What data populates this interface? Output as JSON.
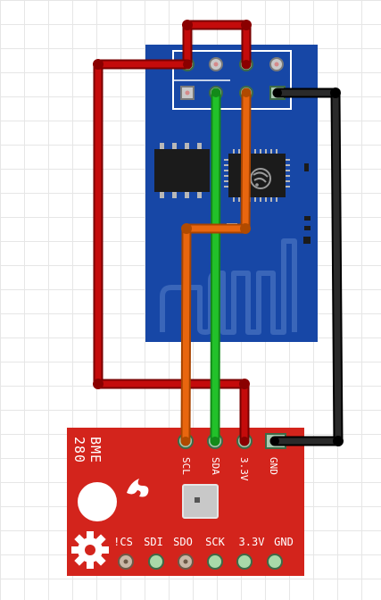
{
  "board_colors": {
    "esp_board": "#1747a6",
    "esp_shield": "#1b1b1b",
    "bme_board": "#d3241c",
    "wire_red": "#c40b0b",
    "wire_green": "#22c12a",
    "wire_orange": "#e8660f",
    "wire_black": "#1a1a1a"
  },
  "bme280": {
    "name_line1": "BME",
    "name_line2": "280",
    "top_pins": [
      "SCL",
      "SDA",
      "3.3V",
      "GND"
    ],
    "bottom_pins": [
      "!CS",
      "SDI",
      "SDO",
      "SCK",
      "3.3V",
      "GND"
    ]
  },
  "esp01": {
    "icons": [
      "espressif-logo-icon",
      "pcb-antenna-icon"
    ]
  }
}
